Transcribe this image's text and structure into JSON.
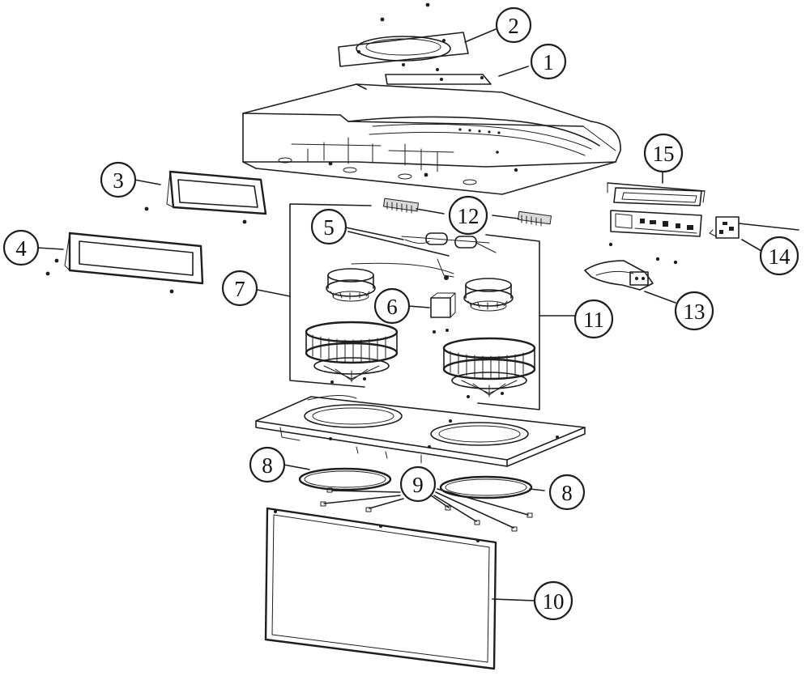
{
  "callouts": [
    {
      "id": "c1",
      "label": "1"
    },
    {
      "id": "c2",
      "label": "2"
    },
    {
      "id": "c3",
      "label": "3"
    },
    {
      "id": "c4",
      "label": "4"
    },
    {
      "id": "c5",
      "label": "5"
    },
    {
      "id": "c6",
      "label": "6"
    },
    {
      "id": "c7",
      "label": "7"
    },
    {
      "id": "c8a",
      "label": "8"
    },
    {
      "id": "c8b",
      "label": "8"
    },
    {
      "id": "c9",
      "label": "9"
    },
    {
      "id": "c10",
      "label": "10"
    },
    {
      "id": "c11",
      "label": "11"
    },
    {
      "id": "c12",
      "label": "12"
    },
    {
      "id": "c13",
      "label": "13"
    },
    {
      "id": "c14",
      "label": "14"
    },
    {
      "id": "c15",
      "label": "15"
    }
  ]
}
